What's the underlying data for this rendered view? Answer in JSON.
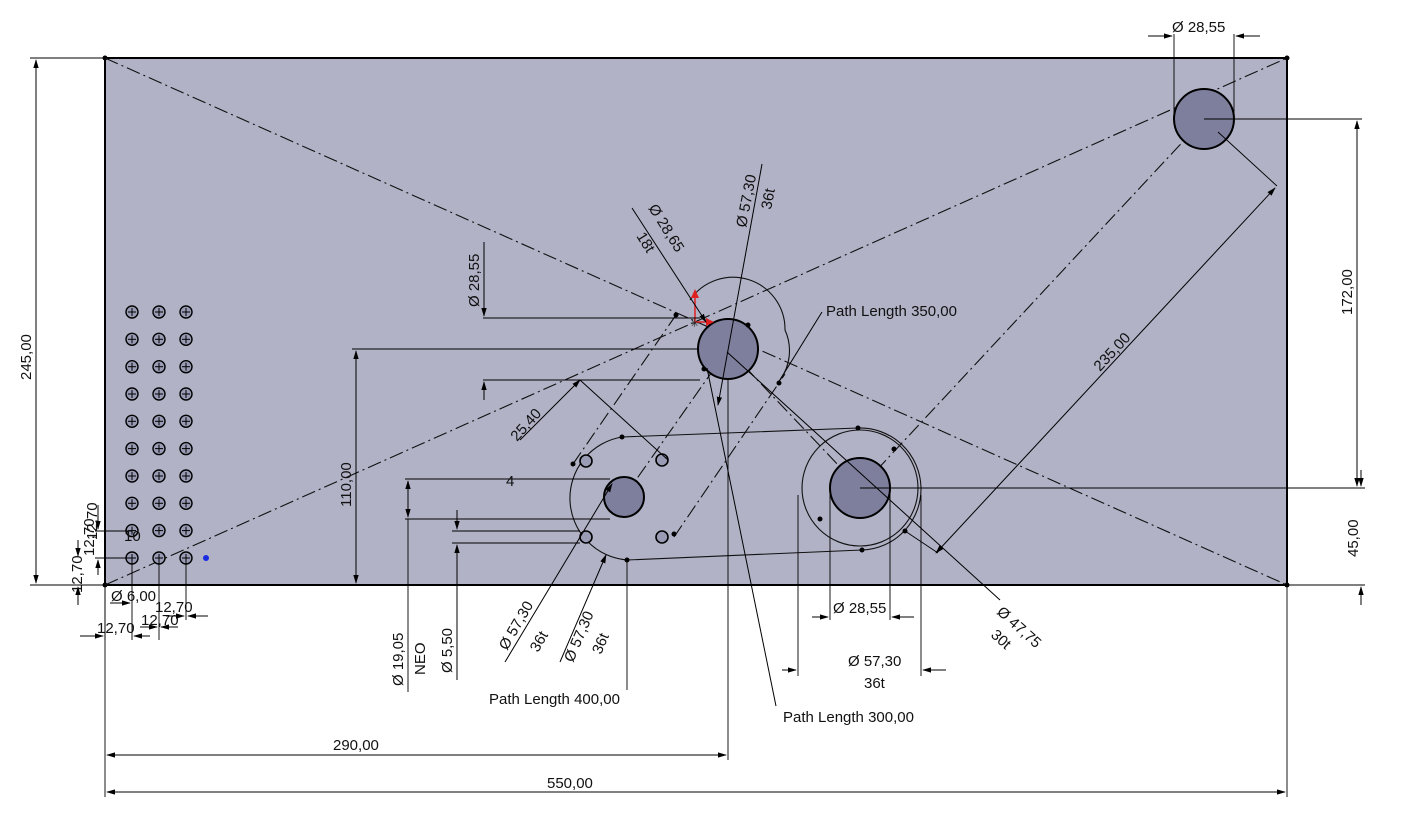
{
  "colors": {
    "plate": "#b1b2c6",
    "hole": "#7d7f9d",
    "line": "#000000",
    "origin_red": "#e02020",
    "point_blue": "#1a2be0"
  },
  "labels": {
    "d_top_right": "Ø 28,55",
    "width_total": "550,00",
    "width_partial": "290,00",
    "height_total": "245,00",
    "height_110": "110,00",
    "height_172": "172,00",
    "height_45": "45,00",
    "diag_235": "235,00",
    "diag_25_40": "25,40",
    "d_center_top": "Ø 28,55",
    "d_idler": "Ø 28,65",
    "t_idler": "18t",
    "d_main": "Ø 57,30",
    "t_main": "36t",
    "path_350": "Path Length 350,00",
    "path_400": "Path Length 400,00",
    "path_300": "Path Length 300,00",
    "d_lower_inner": "Ø 28,55",
    "d_lower_outer": "Ø 57,30",
    "t_lower": "36t",
    "d_30t": "Ø 47,75",
    "t_30t": "30t",
    "d_left_a": "Ø 57,30",
    "t_left_a": "36t",
    "d_left_b": "Ø 57,30",
    "t_left_b": "36t",
    "d_19": "Ø 19,05",
    "neo": "NEO",
    "d_5_50": "Ø 5,50",
    "four": "4",
    "d_6": "Ø 6,00",
    "g_12_70_a": "12,70",
    "g_12_70_b": "12,70",
    "g_12_70_c": "12,70",
    "g_12_70_d": "12,70",
    "g_12_70_e": "12,70",
    "g_12_70_f": "12,70",
    "g_10": "10"
  }
}
